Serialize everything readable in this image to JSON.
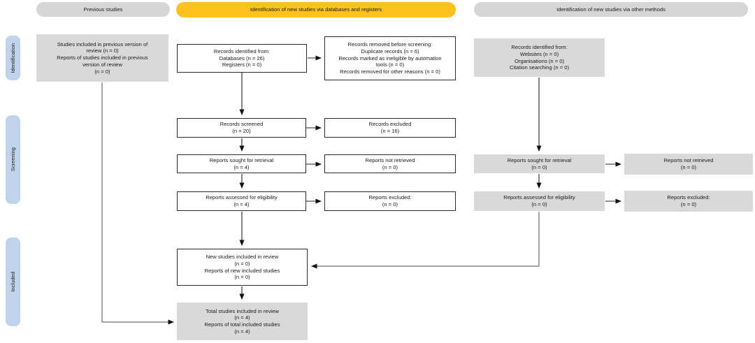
{
  "headers": {
    "previous": "Previous studies",
    "databases": "Identification of new studies via databases and registers",
    "other": "Identification of new studies via other methods"
  },
  "stage_labels": {
    "identification": "Identification",
    "screening": "Screening",
    "included": "Included"
  },
  "colors": {
    "accent_yellow": "#FDC120",
    "header_gray": "#D6D6D6",
    "box_gray": "#D9D9D9",
    "stage_blue": "#BFD3EA"
  },
  "boxes": {
    "previous_studies": {
      "lines": [
        "Studies included in previous version of",
        "review (n = 0)",
        "Reports of studies included in previous",
        "version of review",
        "(n = 0)"
      ]
    },
    "records_identified": {
      "lines": [
        "Records identified from:",
        "Databases (n = 26)",
        "Registers (n = 0)"
      ]
    },
    "records_removed": {
      "lines": [
        "Records removed before screening:",
        "Duplicate records (n = 6)",
        "Records marked as ineligible by automation",
        "tools (n = 0)",
        "Records removed for other reasons (n = 0)"
      ]
    },
    "records_screened": {
      "lines": [
        "Records screened",
        "(n = 20)"
      ]
    },
    "records_excluded": {
      "lines": [
        "Records excluded",
        "(n = 16)"
      ]
    },
    "reports_sought": {
      "lines": [
        "Reports sought for retrieval",
        "(n = 4)"
      ]
    },
    "reports_not_retrieved": {
      "lines": [
        "Reports not retrieved",
        "(n = 0)"
      ]
    },
    "reports_assessed": {
      "lines": [
        "Reports assessed for eligibility",
        "(n = 4)"
      ]
    },
    "reports_excluded": {
      "lines": [
        "Reports excluded:",
        "(n = 0)"
      ]
    },
    "new_studies": {
      "lines": [
        "New studies included in review",
        "(n = 0)",
        "Reports of new included studies",
        "(n = 0)"
      ]
    },
    "total_studies": {
      "lines": [
        "Total studies included in review",
        "(n = 4)",
        "Reports of total included studies",
        "(n = 4)"
      ]
    },
    "other_identified": {
      "lines": [
        "Records identified from:",
        "Websites (n = 0)",
        "Organisations (n = 0)",
        "Citation searching (n = 0)"
      ]
    },
    "other_sought": {
      "lines": [
        "Reports sought for retrieval",
        "(n = 0)"
      ]
    },
    "other_not_retrieved": {
      "lines": [
        "Reports not retrieved",
        "(n = 0)"
      ]
    },
    "other_assessed": {
      "lines": [
        "Reports assessed for eligibility",
        "(n = 0)"
      ]
    },
    "other_excluded": {
      "lines": [
        "Reports excluded:",
        "(n = 0)"
      ]
    }
  }
}
